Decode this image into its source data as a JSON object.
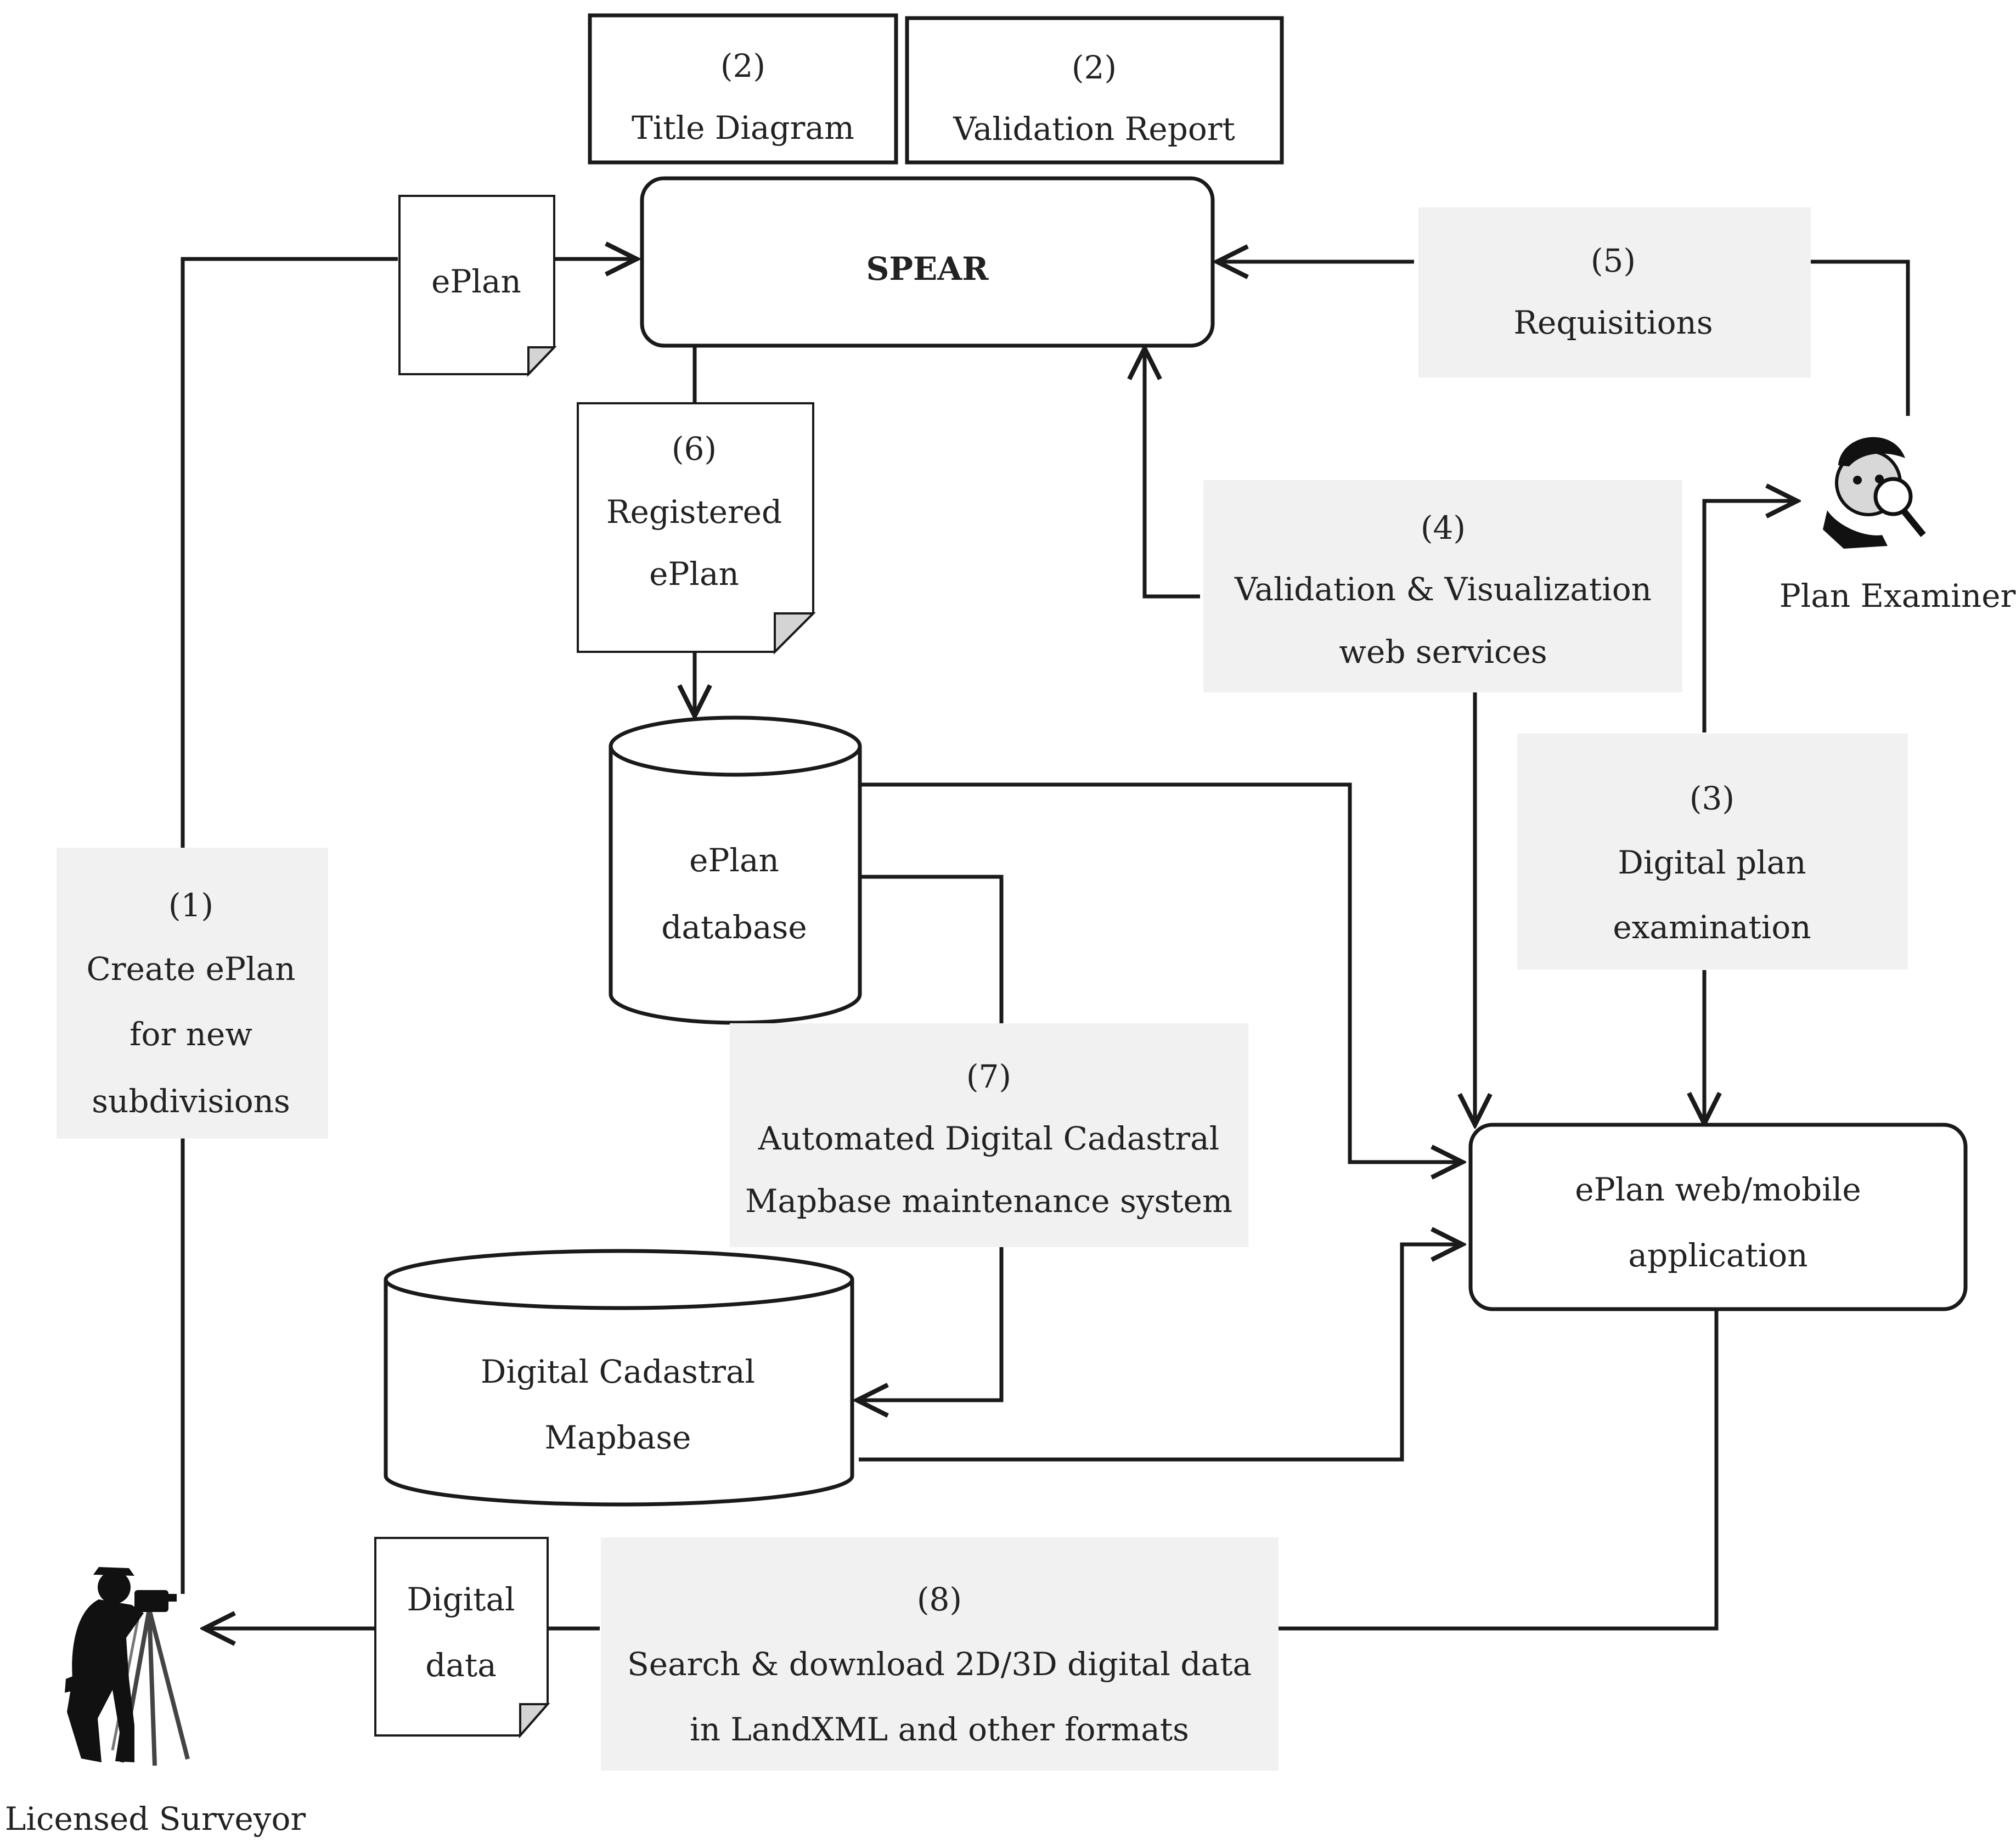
{
  "boxes": {
    "title_diagram": {
      "number": "(2)",
      "label": "Title Diagram"
    },
    "validation_report": {
      "number": "(2)",
      "label": "Validation Report"
    },
    "spear": {
      "label": "SPEAR"
    },
    "eplan_web_app": {
      "line1": "ePlan web/mobile",
      "line2": "application"
    }
  },
  "documents": {
    "eplan": {
      "label": "ePlan"
    },
    "registered_eplan": {
      "number": "(6)",
      "line1": "Registered",
      "line2": "ePlan"
    },
    "digital_data": {
      "line1": "Digital",
      "line2": "data"
    }
  },
  "databases": {
    "eplan_db": {
      "line1": "ePlan",
      "line2": "database"
    },
    "dcm": {
      "line1": "Digital Cadastral",
      "line2": "Mapbase"
    }
  },
  "steps": {
    "s1": {
      "number": "(1)",
      "line1": "Create ePlan",
      "line2": "for new",
      "line3": "subdivisions"
    },
    "s3": {
      "number": "(3)",
      "line1": "Digital plan",
      "line2": "examination"
    },
    "s4": {
      "number": "(4)",
      "line1": "Validation & Visualization",
      "line2": "web services"
    },
    "s5": {
      "number": "(5)",
      "line1": "Requisitions"
    },
    "s7": {
      "number": "(7)",
      "line1": "Automated Digital Cadastral",
      "line2": "Mapbase maintenance system"
    },
    "s8": {
      "number": "(8)",
      "line1": "Search & download 2D/3D digital data",
      "line2": "in LandXML and other formats"
    }
  },
  "actors": {
    "surveyor": {
      "label": "Licensed Surveyor",
      "icon": "surveyor-icon"
    },
    "examiner": {
      "label": "Plan Examiner",
      "icon": "examiner-icon"
    }
  }
}
